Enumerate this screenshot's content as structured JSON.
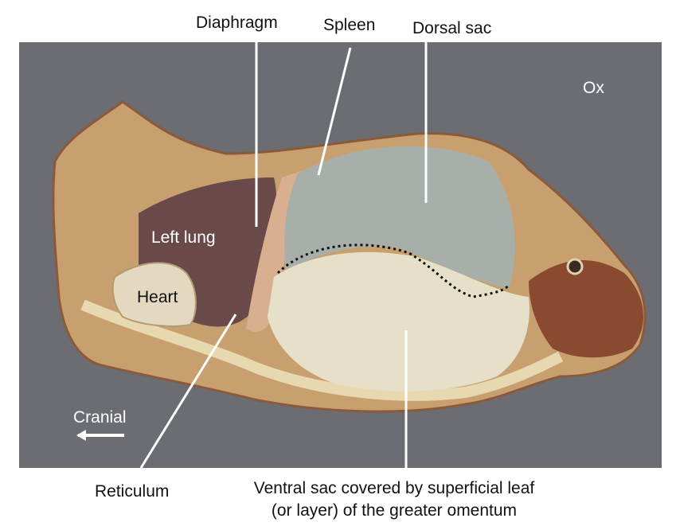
{
  "labels": {
    "diaphragm": "Diaphragm",
    "spleen": "Spleen",
    "dorsal_sac": "Dorsal sac",
    "species": "Ox",
    "left_lung": "Left lung",
    "heart": "Heart",
    "cranial": "Cranial",
    "reticulum": "Reticulum",
    "ventral_sac_line1": "Ventral sac covered by superficial leaf",
    "ventral_sac_line2": "(or layer) of the greater omentum"
  },
  "colors": {
    "background": "#6b6d72",
    "tissue_light": "#e4dcc0",
    "tissue_tan": "#c8a070",
    "tissue_brown": "#8a4a30",
    "lung": "#6a4a48",
    "label_dark": "#111111",
    "label_light": "#ffffff"
  }
}
